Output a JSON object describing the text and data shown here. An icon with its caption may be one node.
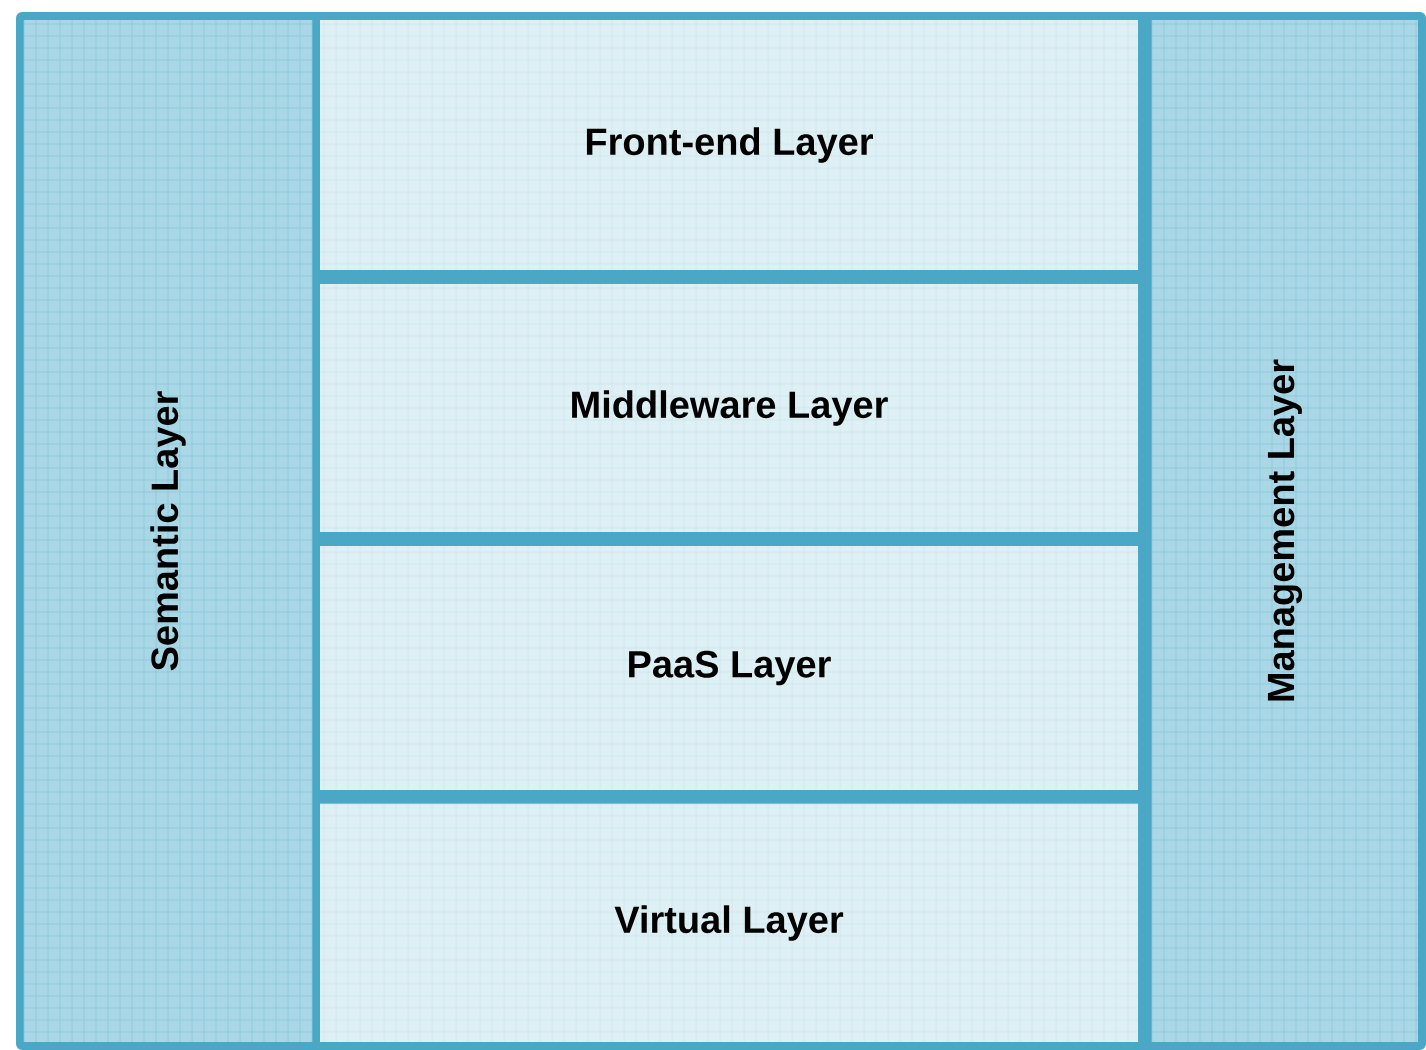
{
  "diagram": {
    "nodes": [
      {
        "text": [
          "Semantic Layer"
        ]
      },
      {
        "text": [
          "Front-end Layer"
        ]
      },
      {
        "text": [
          "Middleware Layer"
        ]
      },
      {
        "text": [
          "PaaS Layer"
        ]
      },
      {
        "text": [
          "Virtual Layer"
        ]
      },
      {
        "text": [
          "Management Layer"
        ]
      }
    ]
  }
}
